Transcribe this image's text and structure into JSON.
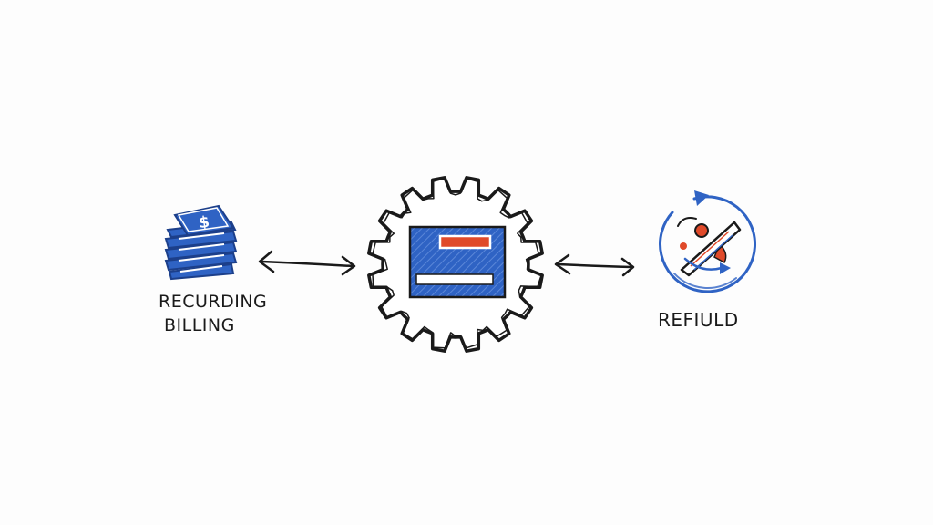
{
  "diagram": {
    "nodes": {
      "billing": {
        "label_line1": "RECURDING",
        "label_line2": "BILLING",
        "icon": "stacked-dollar-invoices-icon",
        "badge_text": "$"
      },
      "processor": {
        "icon": "gear-with-credit-card-icon"
      },
      "refund": {
        "label": "REFIULD",
        "icon": "circular-refund-arrow-icon"
      }
    },
    "connectors": [
      {
        "from": "billing",
        "to": "processor",
        "style": "double-arrow"
      },
      {
        "from": "processor",
        "to": "refund",
        "style": "double-arrow"
      }
    ]
  },
  "colors": {
    "ink": "#1a1a1a",
    "accent_blue": "#2f63c4",
    "accent_red": "#e04a2a",
    "background": "#fdfdfd"
  }
}
